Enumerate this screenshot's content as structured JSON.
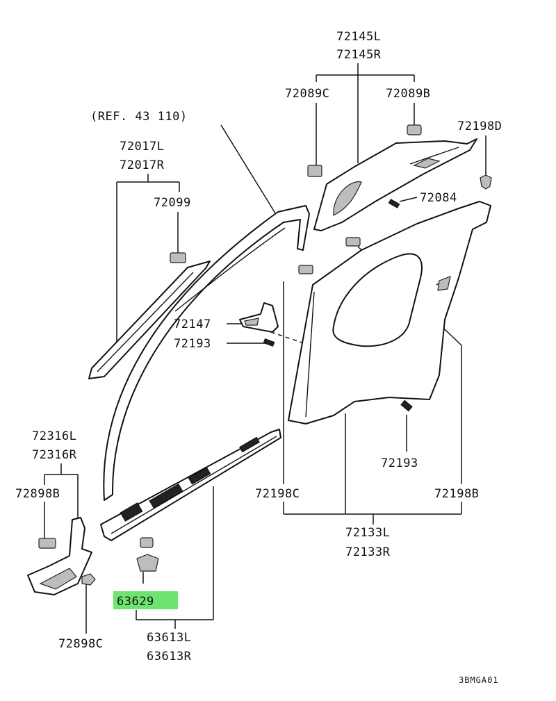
{
  "labels": {
    "p72145": [
      "72145L",
      "72145R"
    ],
    "p72089c": "72089C",
    "p72089b": "72089B",
    "ref": "(REF. 43 110)",
    "p72198d": "72198D",
    "p72017": [
      "72017L",
      "72017R"
    ],
    "p72099": "72099",
    "p72084": "72084",
    "p72147": "72147",
    "p72193a": "72193",
    "p72193b": "72193",
    "p72316": [
      "72316L",
      "72316R"
    ],
    "p72898b": "72898B",
    "p72198c": "72198C",
    "p72198b": "72198B",
    "p72133": [
      "72133L",
      "72133R"
    ],
    "p63629": "63629",
    "p72898c": "72898C",
    "p63613": [
      "63613L",
      "63613R"
    ],
    "code": "3BMGA01"
  },
  "highlight_color": "#6fe36f"
}
